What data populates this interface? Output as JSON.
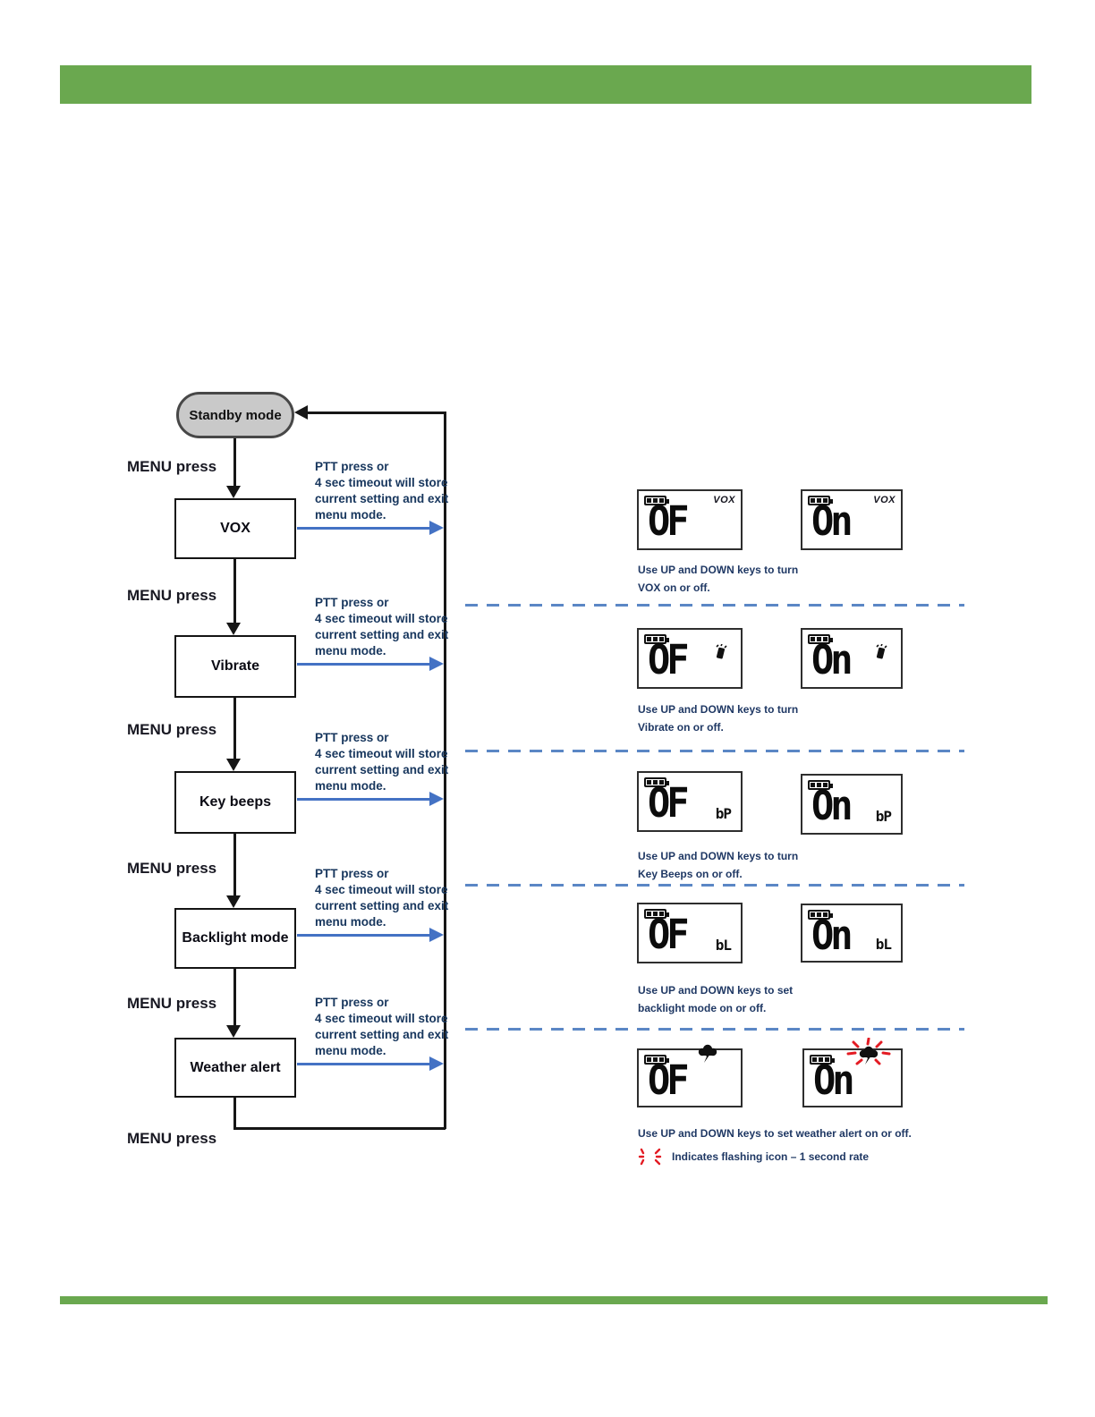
{
  "flowchart": {
    "start_label": "Standby mode",
    "menu_press": "MENU press",
    "ptt_lines": [
      "PTT press or",
      "4 sec timeout will store",
      "current setting and exit",
      "menu mode."
    ],
    "nodes": [
      "VOX",
      "Vibrate",
      "Key beeps",
      "Backlight mode",
      "Weather alert"
    ]
  },
  "lcd_rows": [
    {
      "off_value": "OF",
      "on_value": "On",
      "indicator": "VOX",
      "caption": [
        "Use UP and DOWN keys to turn",
        "VOX on or off."
      ]
    },
    {
      "off_value": "OF",
      "on_value": "On",
      "indicator": "vibrate-icon",
      "caption": [
        "Use UP and DOWN keys to turn",
        "Vibrate on or off."
      ]
    },
    {
      "off_value": "OF",
      "on_value": "On",
      "indicator": "bP",
      "caption": [
        "Use UP and DOWN keys to turn",
        "Key Beeps on or off."
      ]
    },
    {
      "off_value": "OF",
      "on_value": "On",
      "indicator": "bL",
      "caption": [
        "Use UP and DOWN keys to set",
        "backlight mode on or off."
      ]
    },
    {
      "off_value": "OF",
      "on_value": "On",
      "indicator": "weather-alert-icon",
      "caption": [
        "Use UP and DOWN keys to set weather alert on or off."
      ]
    }
  ],
  "flash_note": "Indicates flashing icon – 1 second rate",
  "icons": {
    "battery": "battery-level-icon",
    "vibrate": "vibrate-icon",
    "weather": "weather-alert-icon",
    "flashing": "flashing-indicator-icon"
  },
  "colors": {
    "accent_green": "#6aa84f",
    "arrow_blue": "#4472c4",
    "separator_blue": "#5b87c5",
    "caption_navy": "#1f3864",
    "flash_red": "#e31b23"
  }
}
